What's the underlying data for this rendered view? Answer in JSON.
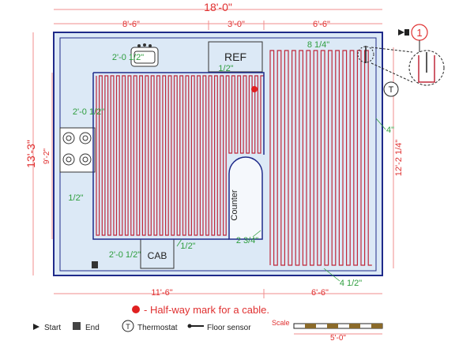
{
  "dimensions": {
    "overall_width": "18'-0\"",
    "overall_height": "13'-3\"",
    "left_width": "8'-6\"",
    "middle_width": "3'-0\"",
    "right_width": "6'-6\"",
    "bottom_left": "11'-6\"",
    "bottom_right": "6'-6\"",
    "left_inner_height": "9'-2\"",
    "right_height": "12'-2 1/4\""
  },
  "labels": {
    "sink_offset": "2'-0 1/2\"",
    "stove_offset": "2'-0 1/2\"",
    "cab_offset": "2'-0 1/2\"",
    "top_spacing": "8 1/4\"",
    "right_spacing": "4\"",
    "ref_gap": "1/2\"",
    "left_gap": "1/2\"",
    "cab_gap": "1/2\"",
    "counter_gap": "2 3/4\"",
    "bottom_spacing": "4 1/2\"",
    "ref": "REF",
    "cab": "CAB",
    "counter": "Counter"
  },
  "detail_callout": "1",
  "thermostat_symbol": "T",
  "legend": {
    "half_way": "- Half-way mark for a cable.",
    "start": "Start",
    "end": "End",
    "thermostat": "Thermostat",
    "floor_sensor": "Floor sensor",
    "scale_title": "Scale",
    "scale_value": "5'-0\""
  },
  "colors": {
    "wall": "#1f2a8a",
    "floor_fill": "#dce9f6",
    "cable": "#c0283a",
    "dim_line": "#f08c8c",
    "dim_text": "#e03030",
    "label_green": "#2e9e3e"
  }
}
